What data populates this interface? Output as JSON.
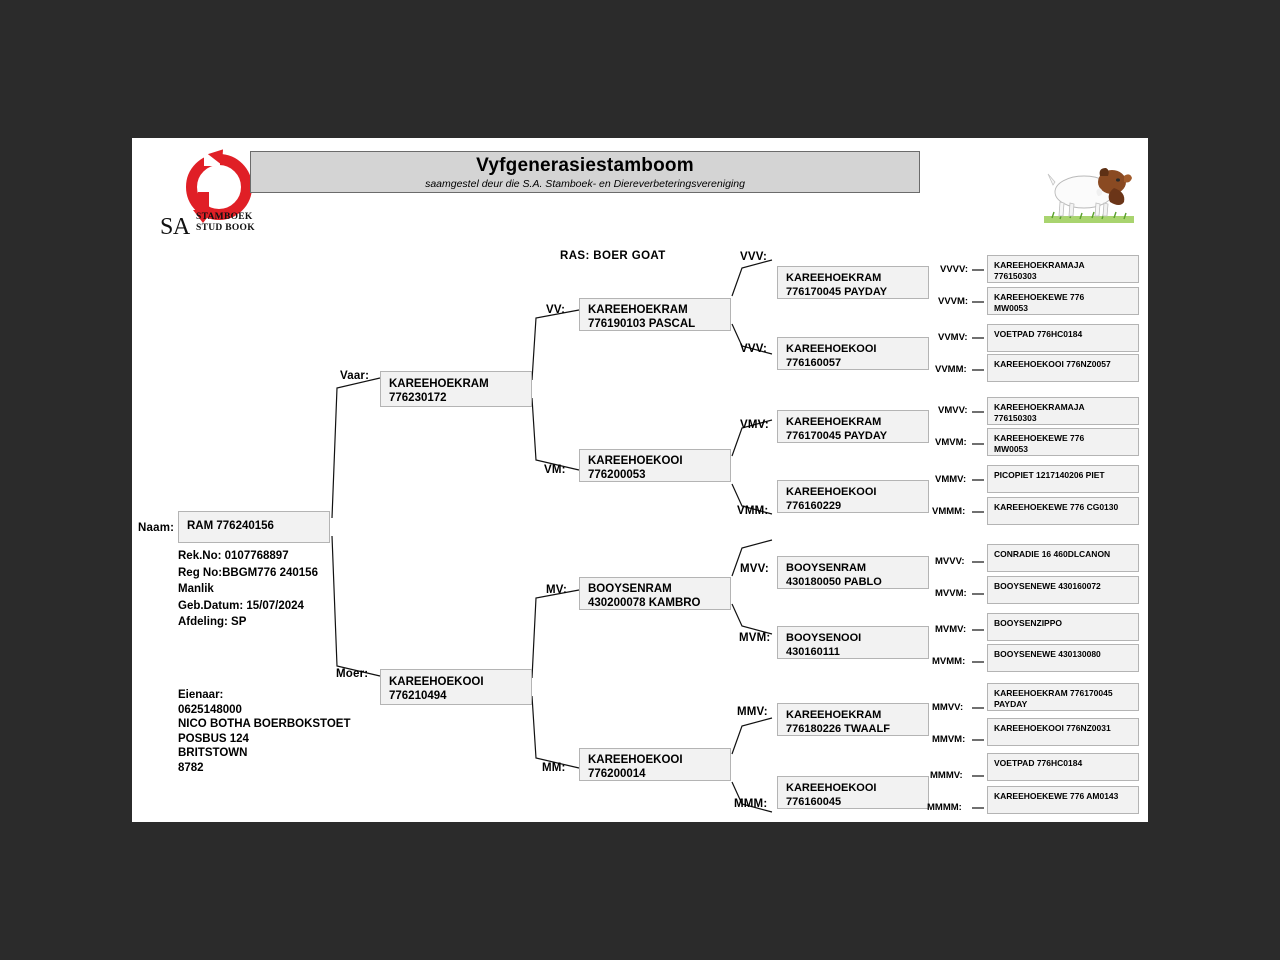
{
  "document": {
    "title": "Vyfgenerasiestamboom",
    "subtitle": "saamgestel deur die S.A. Stamboek- en Diereverbeteringsvereniging",
    "breed_label": "RAS: BOER GOAT",
    "logo": {
      "monogram": "SA",
      "line1": "STAMBOEK",
      "line2": "STUD BOOK",
      "accent_color": "#e01f26"
    },
    "illustration": "boer-goat-illustration"
  },
  "subject": {
    "name_label": "Naam:",
    "name": "RAM 776240156",
    "details": "Rek.No: 0107768897\nReg No:BBGM776 240156\nManlik\nGeb.Datum: 15/07/2024\nAfdeling: SP",
    "owner": "Eienaar:\n0625148000\nNICO BOTHA BOERBOKSTOET\nPOSBUS 124\nBRITSTOWN\n8782"
  },
  "pedigree": {
    "gen2": [
      {
        "label": "Vaar:",
        "line1": "KAREEHOEKRAM",
        "line2": "776230172"
      },
      {
        "label": "Moer:",
        "line1": "KAREEHOEKOOI",
        "line2": "776210494"
      }
    ],
    "gen3": [
      {
        "label": "VV:",
        "line1": "KAREEHOEKRAM",
        "line2": "776190103 PASCAL"
      },
      {
        "label": "VM:",
        "line1": "KAREEHOEKOOI",
        "line2": "776200053"
      },
      {
        "label": "MV:",
        "line1": "BOOYSENRAM",
        "line2": "430200078 KAMBRO"
      },
      {
        "label": "MM:",
        "line1": "KAREEHOEKOOI",
        "line2": "776200014"
      }
    ],
    "gen4": [
      {
        "label": "VVV:",
        "line1": "KAREEHOEKRAM",
        "line2": "776170045 PAYDAY"
      },
      {
        "label": "VVV:",
        "line1": "KAREEHOEKOOI",
        "line2": "776160057"
      },
      {
        "label": "VMV:",
        "line1": "KAREEHOEKRAM",
        "line2": "776170045 PAYDAY"
      },
      {
        "label": "VMM:",
        "line1": "KAREEHOEKOOI",
        "line2": "776160229"
      },
      {
        "label": "MVV:",
        "line1": "BOOYSENRAM",
        "line2": "430180050 PABLO"
      },
      {
        "label": "MVM:",
        "line1": "BOOYSENOOI",
        "line2": "430160111"
      },
      {
        "label": "MMV:",
        "line1": "KAREEHOEKRAM",
        "line2": "776180226 TWAALF"
      },
      {
        "label": "MMM:",
        "line1": "KAREEHOEKOOI",
        "line2": "776160045"
      }
    ],
    "gen5": [
      {
        "label": "VVVV:",
        "line1": "KAREEHOEKRAMAJA",
        "line2": "776150303"
      },
      {
        "label": "VVVM:",
        "line1": "KAREEHOEKEWE 776",
        "line2": "MW0053"
      },
      {
        "label": "VVMV:",
        "line1": "VOETPAD 776HC0184",
        "line2": ""
      },
      {
        "label": "VVMM:",
        "line1": "KAREEHOEKOOI 776NZ0057",
        "line2": ""
      },
      {
        "label": "VMVV:",
        "line1": "KAREEHOEKRAMAJA",
        "line2": "776150303"
      },
      {
        "label": "VMVM:",
        "line1": "KAREEHOEKEWE 776",
        "line2": "MW0053"
      },
      {
        "label": "VMMV:",
        "line1": "PICOPIET 1217140206 PIET",
        "line2": ""
      },
      {
        "label": "VMMM:",
        "line1": "KAREEHOEKEWE 776 CG0130",
        "line2": ""
      },
      {
        "label": "MVVV:",
        "line1": "CONRADIE 16 460DLCANON",
        "line2": ""
      },
      {
        "label": "MVVM:",
        "line1": "BOOYSENEWE 430160072",
        "line2": ""
      },
      {
        "label": "MVMV:",
        "line1": "BOOYSENZIPPO",
        "line2": ""
      },
      {
        "label": "MVMM:",
        "line1": "BOOYSENEWE 430130080",
        "line2": ""
      },
      {
        "label": "MMVV:",
        "line1": "KAREEHOEKRAM 776170045",
        "line2": "PAYDAY"
      },
      {
        "label": "MMVM:",
        "line1": "KAREEHOEKOOI 776NZ0031",
        "line2": ""
      },
      {
        "label": "MMMV:",
        "line1": "VOETPAD 776HC0184",
        "line2": ""
      },
      {
        "label": "MMMM:",
        "line1": "KAREEHOEKEWE 776 AM0143",
        "line2": ""
      }
    ]
  }
}
